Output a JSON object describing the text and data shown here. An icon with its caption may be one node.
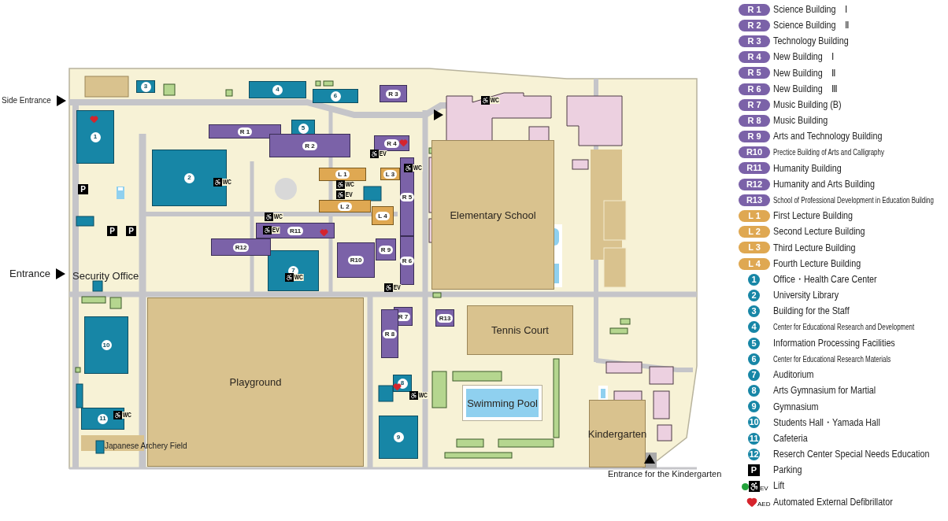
{
  "diagram": {
    "nodes": [
      {
        "text": [
          "1"
        ]
      },
      {
        "text": [
          "2"
        ]
      },
      {
        "text": [
          "3"
        ]
      },
      {
        "text": [
          "4"
        ]
      },
      {
        "text": [
          "5"
        ]
      },
      {
        "text": [
          "6"
        ]
      },
      {
        "text": [
          "7"
        ]
      },
      {
        "text": [
          "8"
        ]
      },
      {
        "text": [
          "9"
        ]
      },
      {
        "text": [
          "10"
        ]
      },
      {
        "text": [
          "11"
        ]
      },
      {
        "text": [
          "R 1"
        ]
      },
      {
        "text": [
          "R 2"
        ]
      },
      {
        "text": [
          "R 3"
        ]
      },
      {
        "text": [
          "R 4"
        ]
      },
      {
        "text": [
          "R 5"
        ]
      },
      {
        "text": [
          "R 6"
        ]
      },
      {
        "text": [
          "R 7"
        ]
      },
      {
        "text": [
          "R 8"
        ]
      },
      {
        "text": [
          "R 9"
        ]
      },
      {
        "text": [
          "R10"
        ]
      },
      {
        "text": [
          "R11"
        ]
      },
      {
        "text": [
          "R12"
        ]
      },
      {
        "text": [
          "R13"
        ]
      },
      {
        "text": [
          "L 1"
        ]
      },
      {
        "text": [
          "L 2"
        ]
      },
      {
        "text": [
          "L 3"
        ]
      },
      {
        "text": [
          "L 4"
        ]
      },
      {
        "text": [
          "Elementary School"
        ]
      },
      {
        "text": [
          "Tennis Court"
        ]
      },
      {
        "text": [
          "Swimming Pool"
        ]
      },
      {
        "text": [
          "Playground"
        ]
      },
      {
        "text": [
          "Kindergarten"
        ]
      }
    ],
    "labels": [
      "R 1",
      "R 2",
      "R 3",
      "R 4",
      "R 5",
      "R 6",
      "R 7",
      "R 8",
      "R 9",
      "R10",
      "R11",
      "R12",
      "R13",
      "L 1",
      "L 2",
      "L 3",
      "L 4",
      "1",
      "2",
      "3",
      "4",
      "5",
      "6",
      "7",
      "8",
      "9",
      "10",
      "11",
      "12",
      "P",
      "EV",
      "AED",
      "Side Entrance",
      "Entrance",
      "Security Office",
      "Japanese Archery Field",
      "Entrance for the Kindergarten",
      "P",
      "P",
      "P",
      "WC",
      "WC",
      "EV",
      "WC",
      "EV",
      "WC",
      "EV",
      "WC",
      "EV",
      "WC",
      "WC",
      "WC"
    ],
    "legend": [
      {
        "text": "Science Building　Ⅰ",
        "color": "#7b62a8"
      },
      {
        "text": "Science Building　Ⅱ",
        "color": "#7b62a8"
      },
      {
        "text": "Technology Building",
        "color": "#7b62a8"
      },
      {
        "text": "New Building　Ⅰ",
        "color": "#7b62a8"
      },
      {
        "text": "New Building　Ⅱ",
        "color": "#7b62a8"
      },
      {
        "text": "New Building　Ⅲ",
        "color": "#7b62a8"
      },
      {
        "text": "Music Building (B)",
        "color": "#7b62a8"
      },
      {
        "text": "Music Building",
        "color": "#7b62a8"
      },
      {
        "text": "Arts and Technology Building",
        "color": "#7b62a8"
      },
      {
        "text": "Prectice Building of Arts and Calligraphy",
        "color": "#7b62a8"
      },
      {
        "text": "Humanity Building",
        "color": "#7b62a8"
      },
      {
        "text": "Humanity and Arts Building",
        "color": "#7b62a8"
      },
      {
        "text": "School of Professional Development in Education Building",
        "color": "#7b62a8"
      },
      {
        "text": "First Lecture Building",
        "color": "#dfa852"
      },
      {
        "text": "Second Lecture Building",
        "color": "#dfa852"
      },
      {
        "text": "Third Lecture Building",
        "color": "#dfa852"
      },
      {
        "text": "Fourth Lecture Building",
        "color": "#dfa852"
      },
      {
        "text": "Office・Health Care Center",
        "color": "#1786a6"
      },
      {
        "text": "University Library",
        "color": "#1786a6"
      },
      {
        "text": "Building for the Staff",
        "color": "#1786a6"
      },
      {
        "text": "Center for Educational Research and Development",
        "color": "#1786a6"
      },
      {
        "text": "Information Processing Facilities",
        "color": "#1786a6"
      },
      {
        "text": "Center for Educational Research Materials",
        "color": "#1786a6"
      },
      {
        "text": "Auditorium",
        "color": "#1786a6"
      },
      {
        "text": "Arts Gymnasium for Martial",
        "color": "#1786a6"
      },
      {
        "text": "Gymnasium",
        "color": "#1786a6"
      },
      {
        "text": "Students Hall・Yamada Hall",
        "color": "#1786a6"
      },
      {
        "text": "Cafeteria",
        "color": "#1786a6"
      },
      {
        "text": "Reserch Center Special Needs Education",
        "color": "#1786a6"
      },
      {
        "text": "Parking"
      },
      {
        "text": "Lift"
      },
      {
        "text": "Automated External Defibrillator"
      }
    ]
  }
}
